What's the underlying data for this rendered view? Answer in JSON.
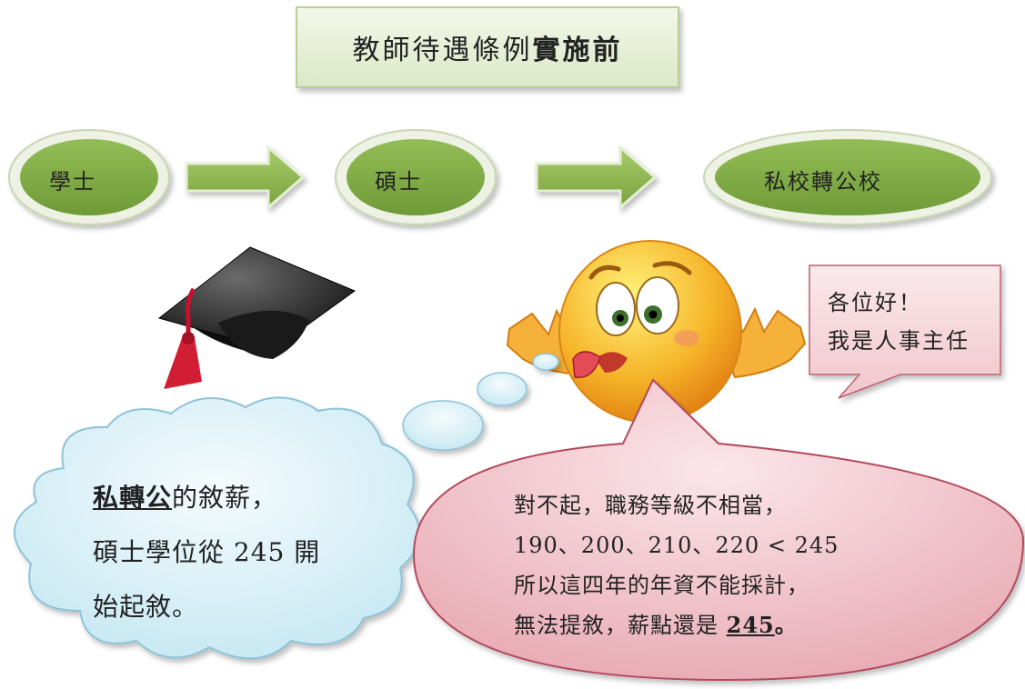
{
  "title": {
    "normal": "教師待遇條例",
    "bold": "實施前"
  },
  "flow": {
    "nodes": [
      {
        "label": "學士"
      },
      {
        "label": "碩士"
      },
      {
        "label": "私校轉公校"
      }
    ]
  },
  "greeting": {
    "line1": "各位好！",
    "line2": "我是人事主任"
  },
  "cloud": {
    "strong": "私轉公",
    "line1_rest": "的敘薪，",
    "line2": "碩士學位從 245 開",
    "line3": "始起敘。"
  },
  "reply": {
    "line1": "對不起，職務等級不相當，",
    "line2": "190、200、210、220 < 245",
    "line3": "所以這四年的年資不能採計，",
    "line4_pre": "無法提敘，薪點還是 ",
    "line4_value": "245",
    "line4_post": "。"
  },
  "colors": {
    "node_fill": "#7faa44",
    "node_ring": "#eef2e4",
    "arrow_fill": "#8fb84f",
    "title_bg": "#e3edd3",
    "title_border": "#b9cf96",
    "greeting_bg": "#f6dcdf",
    "greeting_border": "#c06070",
    "cloud_fill": "#d9f1f8",
    "cloud_border": "#8ec3d8",
    "reply_fill": "#f1c0c8",
    "reply_border": "#b24a5c"
  },
  "icons": [
    "graduation-cap-icon",
    "worried-emoji-icon"
  ]
}
